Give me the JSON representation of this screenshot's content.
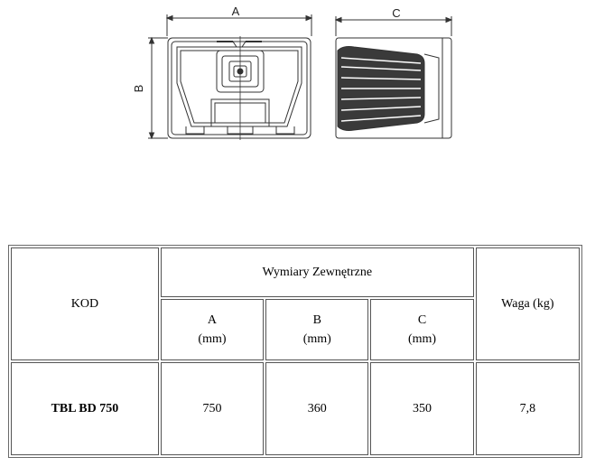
{
  "drawing": {
    "label_a": "A",
    "label_b": "B",
    "label_c": "C"
  },
  "table": {
    "code_header": "KOD",
    "dimensions_header": "Wymiary Zewnętrzne",
    "weight_header": "Waga (kg)",
    "columns": [
      {
        "letter": "A",
        "unit": "(mm)"
      },
      {
        "letter": "B",
        "unit": "(mm)"
      },
      {
        "letter": "C",
        "unit": "(mm)"
      }
    ],
    "row": {
      "code": "TBL BD 750",
      "a": "750",
      "b": "360",
      "c": "350",
      "weight": "7,8"
    }
  }
}
